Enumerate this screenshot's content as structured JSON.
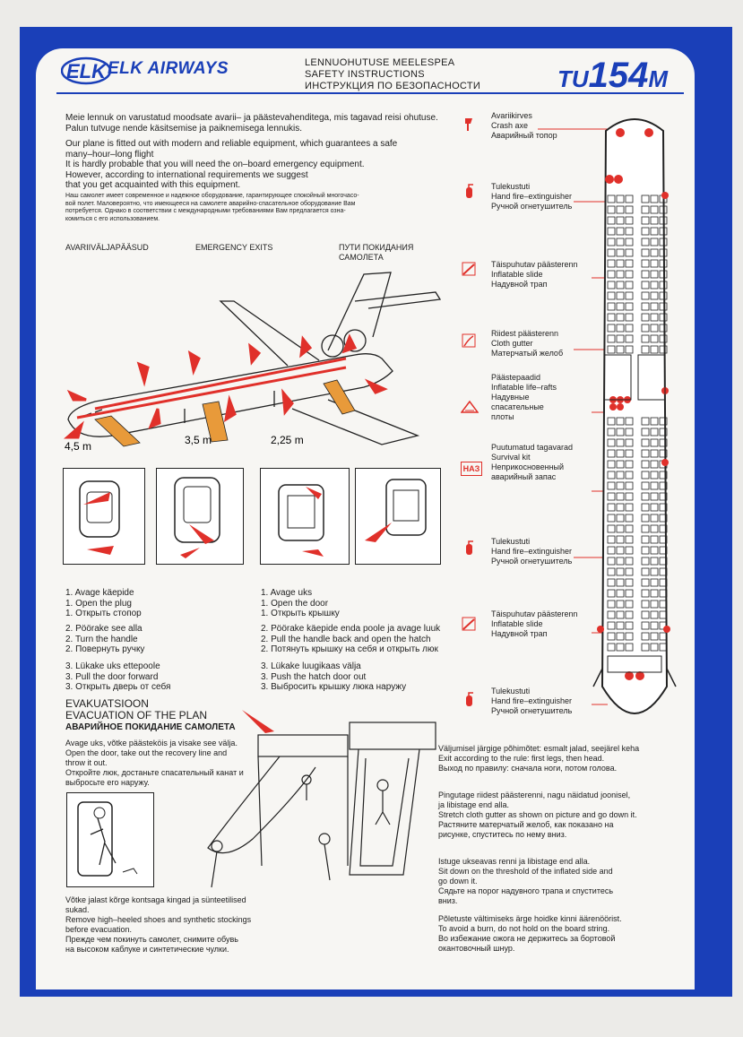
{
  "header": {
    "airline": "ELK AIRWAYS",
    "logo_letters": "ELK",
    "title_lines": "LENNUOHUTUSE MEELESPEA\nSAFETY INSTRUCTIONS\nИНСТРУКЦИЯ ПО БЕЗОПАСНОСТИ",
    "aircraft_prefix": "TU",
    "aircraft_number": "154",
    "aircraft_suffix": "M"
  },
  "intro": {
    "estonian": "Meie lennuk on varustatud moodsate avarii– ja päästevahenditega, mis tagavad reisi ohutuse.\nPalun tutvuge nende käsitsemise ja paiknemisega lennukis.",
    "english": "Our plane is fitted out with modern and reliable equipment, which guarantees a safe\nmany–hour–long flight\nIt is hardly probable that you will need the on–board emergency equipment.\nHowever, according to international requirements we suggest\nthat you get acquainted with this equipment.",
    "russian": "Наш самолет имеет современное и надежное оборудование, гарантирующее спокойный многочасо-\nвой полет. Маловероятно, что имеющееся на самолете аварийно-спасательное оборудование Вам\nпотребуется. Однако в соответствии с международными требованиями Вам предлагается озна-\nкомиться с его использованием."
  },
  "exits": {
    "label_et": "AVARIIVÄLJAPÄÄSUD",
    "label_en": "EMERGENCY EXITS",
    "label_ru": "ПУТИ ПОКИДАНИЯ\nСАМОЛЕТА",
    "heights": [
      "4,5 m",
      "3,5 m",
      "2,25 m"
    ]
  },
  "steps_left": [
    "1. Avage käepide\n1. Open the plug\n1. Открыть стопор",
    "2. Pöörake see alla\n2. Turn the handle\n2. Повернуть ручку",
    "3. Lükake uks ettepoole\n3. Pull the door forward\n3. Открыть дверь от себя"
  ],
  "steps_right": [
    "1. Avage uks\n1. Open the door\n1. Открыть крышку",
    "2. Pöörake käepide enda poole ja avage luuk\n2. Pull the handle back and open the hatch\n2. Потянуть крышку на себя и открыть люк",
    "3. Lükake luugikaas välja\n3. Push the hatch door out\n3. Выбросить крышку люка наружу"
  ],
  "evacuation": {
    "title_et": "EVAKUATSIOON",
    "title_en": "EVACUATION OF THE PLAN",
    "title_ru": "АВАРИЙНОЕ ПОКИДАНИЕ САМОЛЕТА",
    "open_door": "Avage uks, võtke päästeköis ja visake see välja.\nOpen the door, take out the recovery line and\n throw it out.\nОткройте люк, достаньте спасательный канат и\nвыбросьте его наружу.",
    "shoes": "Võtke jalast kõrge kontsaga kingad ja sünteetilised\nsukad.\nRemove high–heeled shoes and synthetic stockings\n before evacuation.\nПрежде чем покинуть самолет, снимите обувь\nна высоком каблуке и синтетические чулки.",
    "rule": "Väljumisel järgige põhimõtet: esmalt jalad, seejärel keha\nExit according to the rule: first legs, then head.\nВыход по правилу: сначала ноги, потом голова.",
    "gutter": "Pingutage riidest päästerenni, nagu näidatud joonisel,\nja libistage end alla.\nStretch cloth gutter as shown on picture and go down it.\nРастяните матерчатый желоб, как показано на\nрисунке, спуститесь по нему вниз.",
    "slide": "Istuge ukseavas renni ja libistage end alla.\nSit down on the threshold of the inflated side and\n go down it.\nСядьте на порог надувного трапа и спуститесь\nвниз.",
    "burn": "Põletuste vältimiseks ärge hoidke kinni äärenöörist.\nTo avoid a burn, do not hold on the board string.\nВо избежание ожога не держитесь за бортовой\nокантовочный шнур."
  },
  "legend": [
    {
      "icon": "crash-axe-icon",
      "text": "Avariikirves\nCrash axe\nАварийный топор"
    },
    {
      "icon": "fire-extinguisher-icon",
      "text": "Tulekustuti\nHand fire–extinguisher\nРучной огнетушитель"
    },
    {
      "icon": "inflatable-slide-icon",
      "text": "Täispuhutav päästerenn\nInflatable slide\nНадувной трап"
    },
    {
      "icon": "cloth-gutter-icon",
      "text": "Riidest päästerenn\nCloth gutter\nМатерчатый желоб"
    },
    {
      "icon": "life-raft-icon",
      "text": "Päästepaadid\nInflatable life–rafts\nНадувные\nспасательные\nплоты"
    },
    {
      "icon": "survival-kit-icon",
      "text": "Puutumatud tagavarad\nSurvival kit\nНеприкосновенный\nаварийный запас"
    },
    {
      "icon": "fire-extinguisher-icon",
      "text": "Tulekustuti\nHand fire–extinguisher\nРучной огнетушитель"
    },
    {
      "icon": "inflatable-slide-icon",
      "text": "Täispuhutav päästerenn\nInflatable slide\nНадувной трап"
    },
    {
      "icon": "fire-extinguisher-icon",
      "text": "Tulekustuti\nHand fire–extinguisher\nРучной огнетушитель"
    }
  ],
  "survival_kit_badge": "НАЗ",
  "colors": {
    "frame_blue": "#1a3fb8",
    "accent_red": "#e0302a",
    "slide_orange": "#e89a3a",
    "paper": "#f7f6f3"
  }
}
